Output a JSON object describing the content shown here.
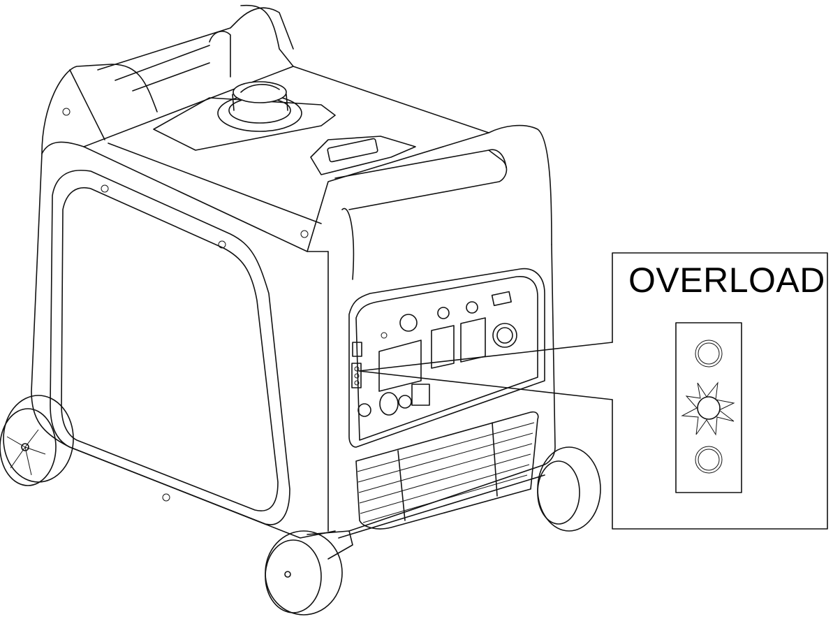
{
  "figure": {
    "subject": "portable inverter generator line drawing",
    "callout": {
      "label": "OVERLOAD",
      "indicator_lights": [
        {
          "position": "top",
          "state": "off"
        },
        {
          "position": "middle",
          "state": "on"
        },
        {
          "position": "bottom",
          "state": "off"
        }
      ]
    }
  }
}
